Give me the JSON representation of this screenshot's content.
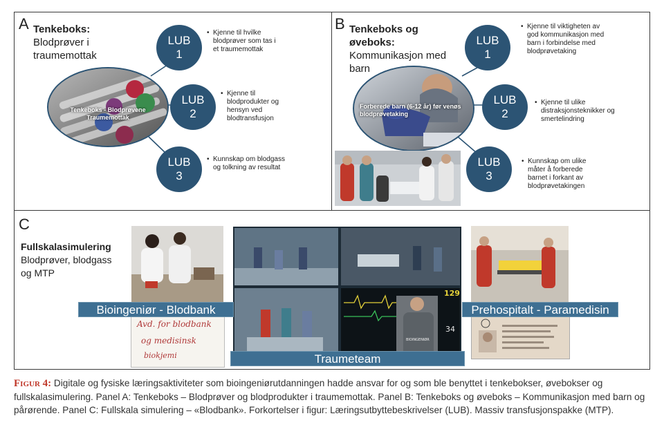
{
  "panelA": {
    "label": "A",
    "title_bold": "Tenkeboks:",
    "title_rest": " Blodprøver i traumemottak",
    "oval_caption": "Tenkeboks - Blodprøvene Traumemottak",
    "lubs": [
      {
        "name": "LUB",
        "num": "1",
        "text": "Kjenne til hvilke blodprøver som tas i et traumemottak"
      },
      {
        "name": "LUB",
        "num": "2",
        "text": "Kjenne til blodprodukter og hensyn ved blodtransfusjon"
      },
      {
        "name": "LUB",
        "num": "3",
        "text": "Kunnskap om blodgass og tolkning av resultat"
      }
    ]
  },
  "panelB": {
    "label": "B",
    "title_bold": "Tenkeboks og øveboks:",
    "title_rest": "Kommunikasjon med barn",
    "oval_caption": "Forberede barn (6-12 år) før venøs blodprøvetaking",
    "lubs": [
      {
        "name": "LUB",
        "num": "1",
        "text": "Kjenne til viktigheten av god kommunikasjon med barn i forbindelse med blodprøvetaking"
      },
      {
        "name": "LUB",
        "num": "2",
        "text": "Kjenne til ulike distraksjonsteknikker og smertelindring"
      },
      {
        "name": "LUB",
        "num": "3",
        "text": "Kunnskap om ulike måter å forberede barnet i forkant av blodprøvetakingen"
      }
    ]
  },
  "panelC": {
    "label": "C",
    "title_bold": "Fullskalasimulering",
    "title_rest": "Blodprøver, blodgass og MTP",
    "band_left": "Bioingeniør - Blodbank",
    "band_right": "Prehospitalt - Paramedisin",
    "band_center": "Traumeteam",
    "note_line1": "Avd. for blodbank",
    "note_line2": "og medisinsk",
    "note_line3": "biokjemi",
    "monitor_value": "129",
    "monitor_value2": "34",
    "vest_text": "BIOINGENIØR"
  },
  "caption": {
    "fig": "Figur 4:",
    "text": " Digitale og fysiske læringsaktiviteter som bioingeniørutdanningen hadde ansvar for og som ble benyttet i tenkebokser, øvebokser og fullskalasimulering. Panel A: Tenkeboks – Blodprøver og blodprodukter i traumemottak. Panel B: Tenkeboks og øveboks – Kommunikasjon med barn og pårørende. Panel C: Fullskala simulering – «Blodbank». Forkortelser i figur: Læringsutbyttebeskrivelser (LUB). Massiv transfusjonspakke (MTP)."
  },
  "colors": {
    "lub": "#2c5474",
    "band": "#3e6f92",
    "figlabel": "#c0392b"
  }
}
